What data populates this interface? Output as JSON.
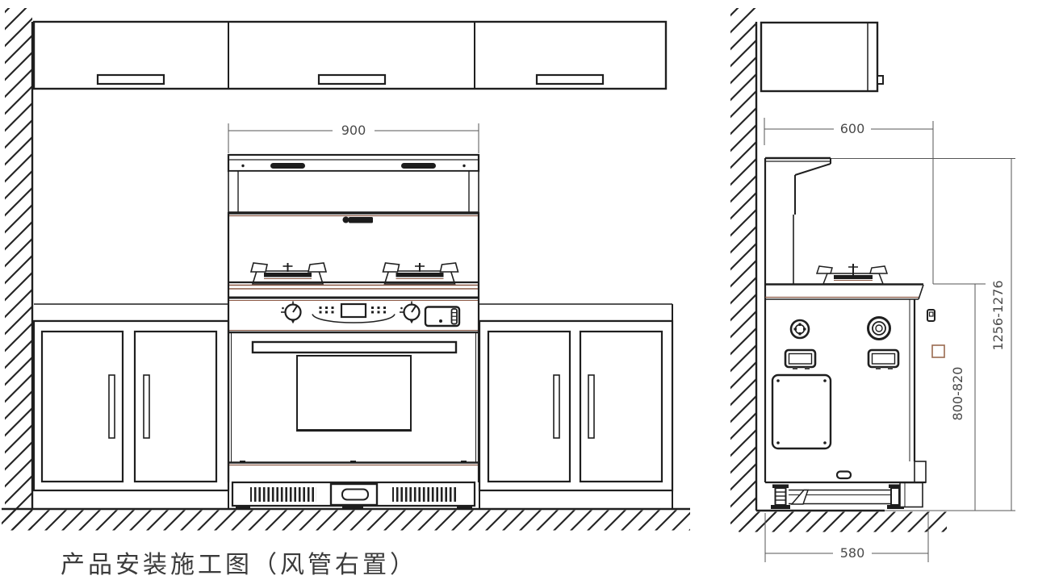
{
  "caption": "产品安装施工图（风管右置）",
  "colors": {
    "line": "#1f1f1f",
    "dim": "#4a4a4a",
    "accent": "#8a5844"
  },
  "dimensions": {
    "front_width": "900",
    "side_top_depth": "600",
    "side_bottom_depth": "580",
    "counter_height": "800-820",
    "overall_height": "1256-1276"
  }
}
